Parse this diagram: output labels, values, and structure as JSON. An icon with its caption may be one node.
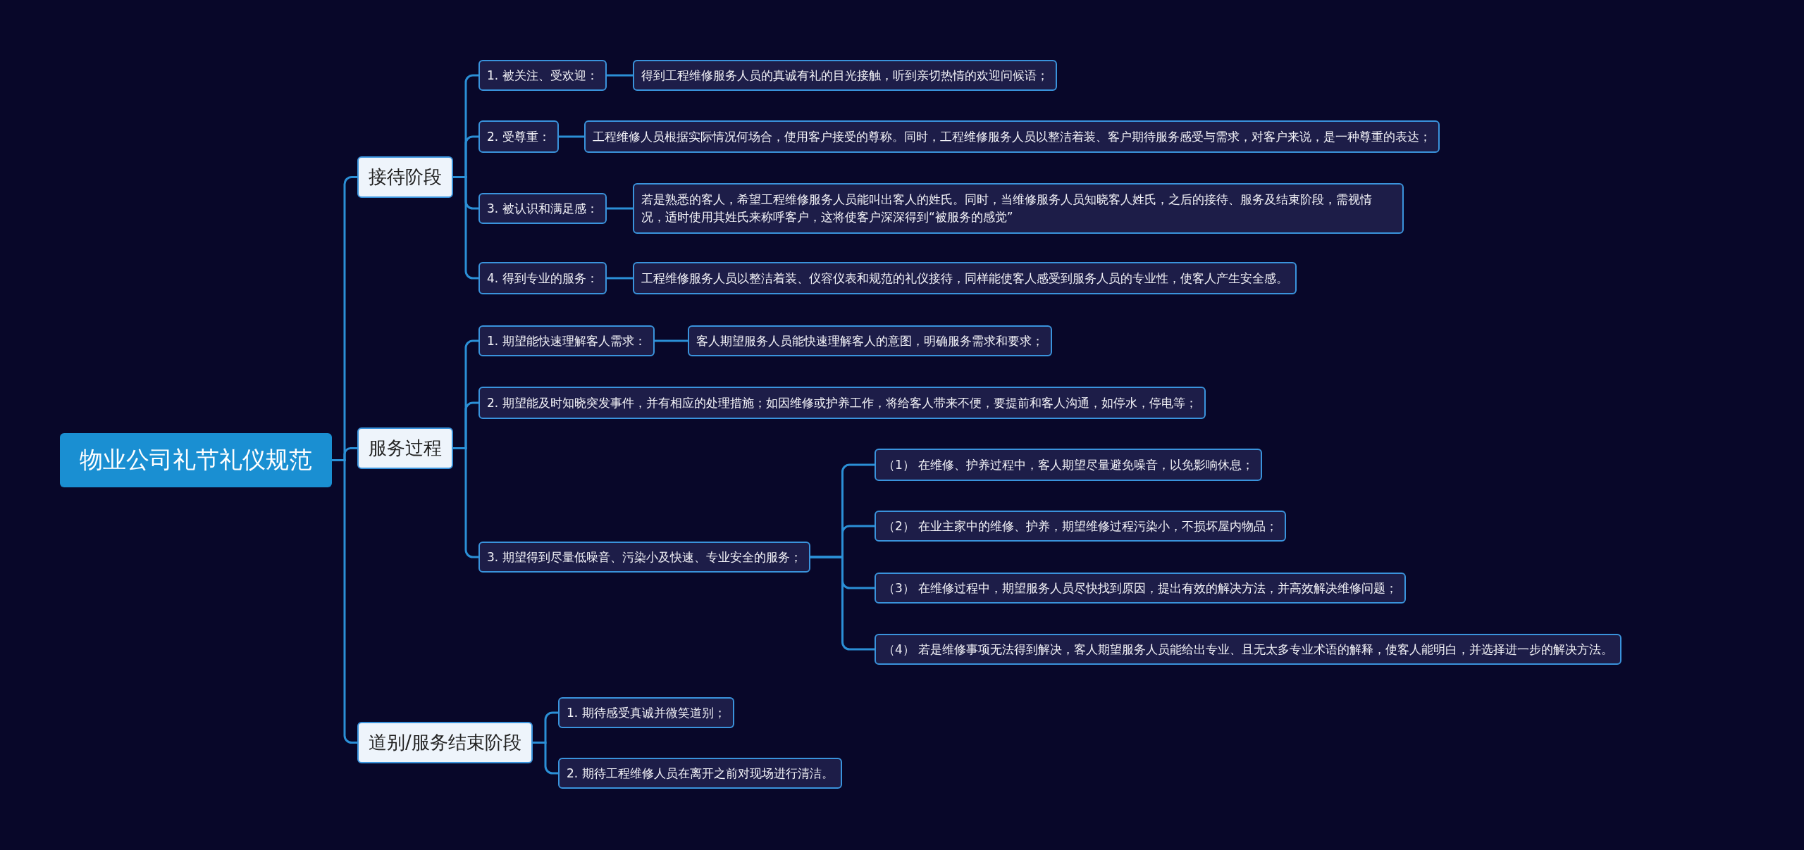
{
  "diagram": {
    "nodes": [
      {
        "text": [
          "物业公司礼节礼仪规范"
        ]
      },
      {
        "text": [
          "接待阶段"
        ]
      },
      {
        "text": [
          "1. 被关注、受欢迎："
        ]
      },
      {
        "text": [
          "得到工程维修服务人员的真诚有礼的目光接触，听到亲切热情的欢迎问候语；"
        ]
      },
      {
        "text": [
          "2. 受尊重："
        ]
      },
      {
        "text": [
          "工程维修人员根据实际情况何场合，使用客户接受的尊称。同时，工程维修服务人员以整洁着装、客户期待服务感受与需求，对客户来说，是一种尊重的表达；"
        ]
      },
      {
        "text": [
          "3. 被认识和满足感："
        ]
      },
      {
        "text": [
          "若是熟悉的客人，希望工程维修服务人员能叫出客人的姓氏。同时，当维修服务人员知晓客人姓氏，之后的接待、服务及结束阶段，需视情况，适时使用其姓氏来称呼客户，这将使客户深深得到“被服务的感觉”"
        ]
      },
      {
        "text": [
          "4. 得到专业的服务："
        ]
      },
      {
        "text": [
          "工程维修服务人员以整洁着装、仪容仪表和规范的礼仪接待，同样能使客人感受到服务人员的专业性，使客人产生安全感。"
        ]
      },
      {
        "text": [
          "服务过程"
        ]
      },
      {
        "text": [
          "1. 期望能快速理解客人需求："
        ]
      },
      {
        "text": [
          "客人期望服务人员能快速理解客人的意图，明确服务需求和要求；"
        ]
      },
      {
        "text": [
          "2. 期望能及时知晓突发事件，并有相应的处理措施；如因维修或护养工作，将给客人带来不便，要提前和客人沟通，如停水，停电等；"
        ]
      },
      {
        "text": [
          "3. 期望得到尽量低噪音、污染小及快速、专业安全的服务；"
        ]
      },
      {
        "text": [
          "（1） 在维修、护养过程中，客人期望尽量避免噪音，以免影响休息；"
        ]
      },
      {
        "text": [
          "（2） 在业主家中的维修、护养，期望维修过程污染小，不损坏屋内物品；"
        ]
      },
      {
        "text": [
          "（3） 在维修过程中，期望服务人员尽快找到原因，提出有效的解决方法，并高效解决维修问题；"
        ]
      },
      {
        "text": [
          "（4） 若是维修事项无法得到解决，客人期望服务人员能给出专业、且无太多专业术语的解释，使客人能明白，并选择进一步的解决方法。"
        ]
      },
      {
        "text": [
          "道别/服务结束阶段"
        ]
      },
      {
        "text": [
          "1. 期待感受真诚并微笑道别；"
        ]
      },
      {
        "text": [
          "2. 期待工程维修人员在离开之前对现场进行清洁。"
        ]
      }
    ],
    "edges": [
      {
        "from": 0,
        "to": 1,
        "arrow": "none"
      },
      {
        "from": 0,
        "to": 10,
        "arrow": "none"
      },
      {
        "from": 0,
        "to": 19,
        "arrow": "none"
      },
      {
        "from": 1,
        "to": 2,
        "arrow": "none"
      },
      {
        "from": 2,
        "to": 3,
        "arrow": "none"
      },
      {
        "from": 1,
        "to": 4,
        "arrow": "none"
      },
      {
        "from": 4,
        "to": 5,
        "arrow": "none"
      },
      {
        "from": 1,
        "to": 6,
        "arrow": "none"
      },
      {
        "from": 6,
        "to": 7,
        "arrow": "none"
      },
      {
        "from": 1,
        "to": 8,
        "arrow": "none"
      },
      {
        "from": 8,
        "to": 9,
        "arrow": "none"
      },
      {
        "from": 10,
        "to": 11,
        "arrow": "none"
      },
      {
        "from": 11,
        "to": 12,
        "arrow": "none"
      },
      {
        "from": 10,
        "to": 13,
        "arrow": "none"
      },
      {
        "from": 10,
        "to": 14,
        "arrow": "none"
      },
      {
        "from": 14,
        "to": 15,
        "arrow": "none"
      },
      {
        "from": 14,
        "to": 16,
        "arrow": "none"
      },
      {
        "from": 14,
        "to": 17,
        "arrow": "none"
      },
      {
        "from": 14,
        "to": 18,
        "arrow": "none"
      },
      {
        "from": 19,
        "to": 20,
        "arrow": "none"
      },
      {
        "from": 19,
        "to": 21,
        "arrow": "none"
      }
    ]
  }
}
